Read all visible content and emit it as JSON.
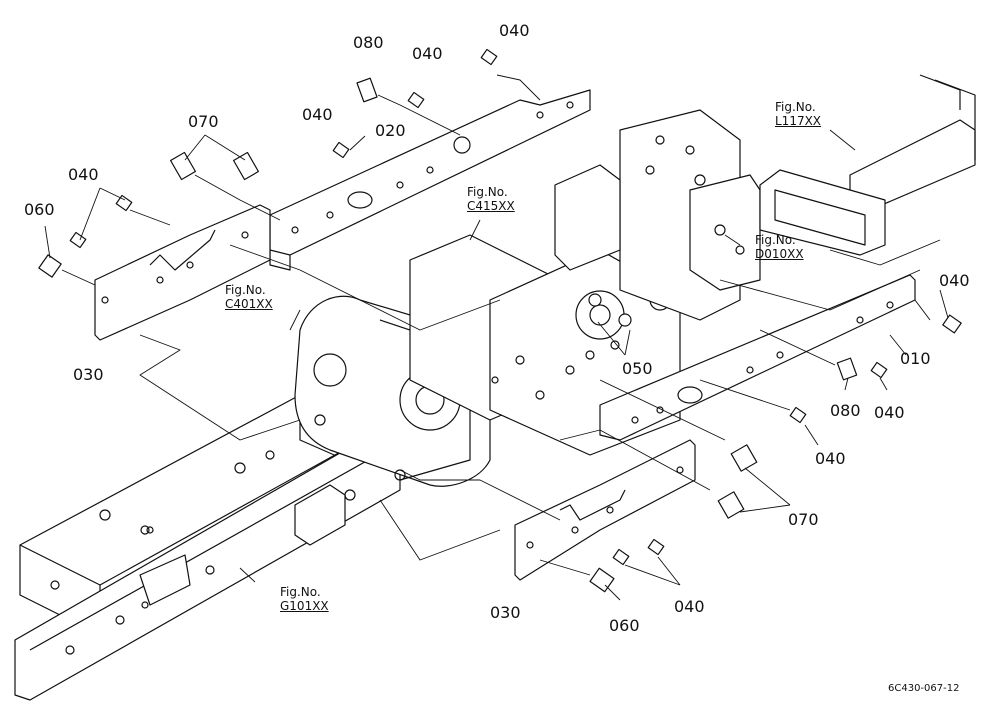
{
  "part_labels": [
    {
      "text": "040"
    },
    {
      "text": "080"
    },
    {
      "text": "040"
    },
    {
      "text": "040"
    },
    {
      "text": "020"
    },
    {
      "text": "070"
    },
    {
      "text": "040"
    },
    {
      "text": "060"
    },
    {
      "text": "030"
    },
    {
      "text": "050"
    },
    {
      "text": "010"
    },
    {
      "text": "040"
    },
    {
      "text": "080"
    },
    {
      "text": "040"
    },
    {
      "text": "040"
    },
    {
      "text": "070"
    },
    {
      "text": "030"
    },
    {
      "text": "040"
    },
    {
      "text": "060"
    }
  ],
  "fig_refs": [
    {
      "caption": "Fig.No.",
      "number": "L117XX"
    },
    {
      "caption": "Fig.No.",
      "number": "C415XX"
    },
    {
      "caption": "Fig.No.",
      "number": "D010XX"
    },
    {
      "caption": "Fig.No.",
      "number": "C401XX"
    },
    {
      "caption": "Fig.No.",
      "number": "G101XX"
    }
  ],
  "drawing_code": "6C430-067-12"
}
